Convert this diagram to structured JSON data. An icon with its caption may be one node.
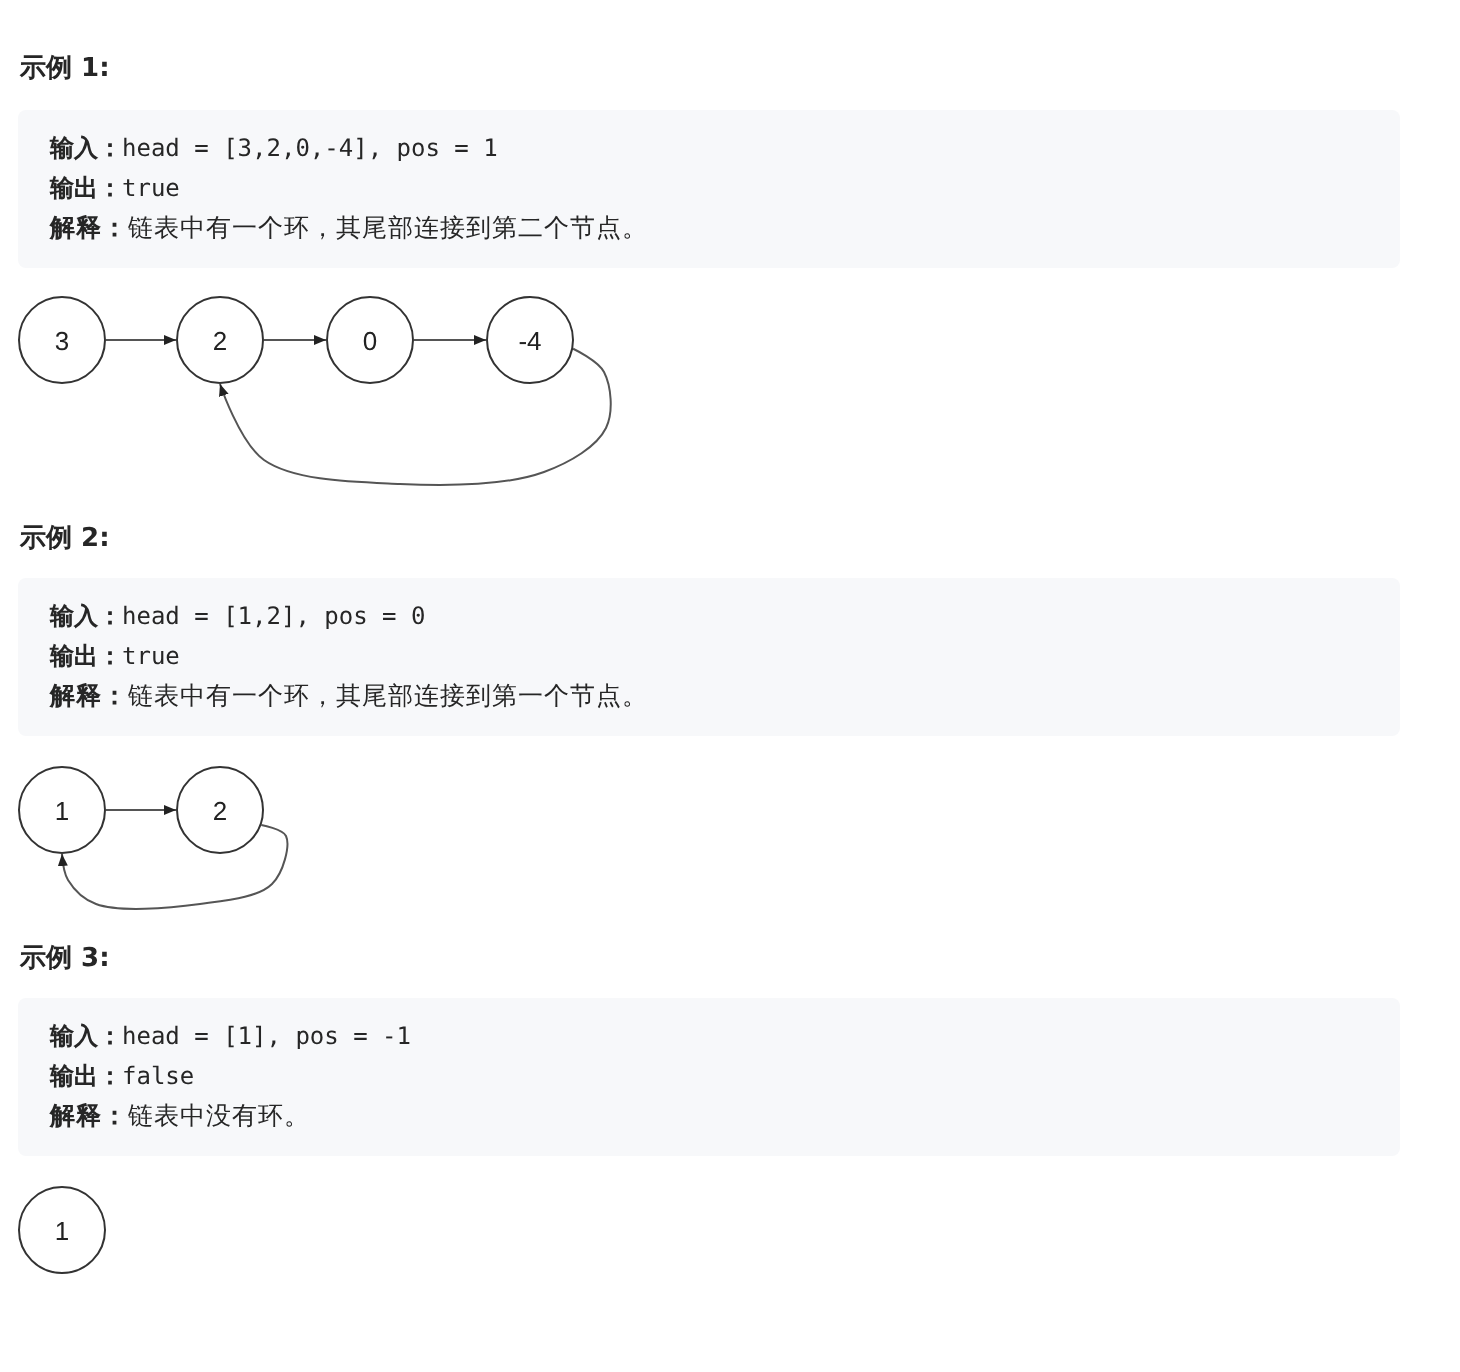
{
  "diagram": {
    "nodes": [
      {
        "text": [
          "**输入：**head = [3,2,0,-4], pos = 1",
          "**输出：**true",
          "**解释：**链表中有一个环，其尾部连接到第二个节点。"
        ]
      },
      {
        "text": [
          "3"
        ]
      },
      {
        "text": [
          "2"
        ]
      },
      {
        "text": [
          "0"
        ]
      },
      {
        "text": [
          "-4"
        ]
      },
      {
        "text": [
          "**输入：**head = [1,2], pos = 0",
          "**输出：**true",
          "**解释：**链表中有一个环，其尾部连接到第一个节点。"
        ]
      },
      {
        "text": [
          "1"
        ]
      },
      {
        "text": [
          "2"
        ]
      },
      {
        "text": [
          "**输入：**head = [1], pos = -1",
          "**输出：**false",
          "**解释：**链表中没有环。"
        ]
      },
      {
        "text": [
          "1"
        ]
      }
    ],
    "edges": [
      {
        "from": 1,
        "to": 2,
        "arrow": "to"
      },
      {
        "from": 2,
        "to": 3,
        "arrow": "to"
      },
      {
        "from": 3,
        "to": 4,
        "arrow": "to"
      },
      {
        "from": 4,
        "to": 2,
        "arrow": "to"
      },
      {
        "from": 6,
        "to": 7,
        "arrow": "to"
      },
      {
        "from": 7,
        "to": 6,
        "arrow": "to"
      }
    ],
    "labels": [
      "示例 1:",
      "示例 2:",
      "示例 3:"
    ]
  }
}
